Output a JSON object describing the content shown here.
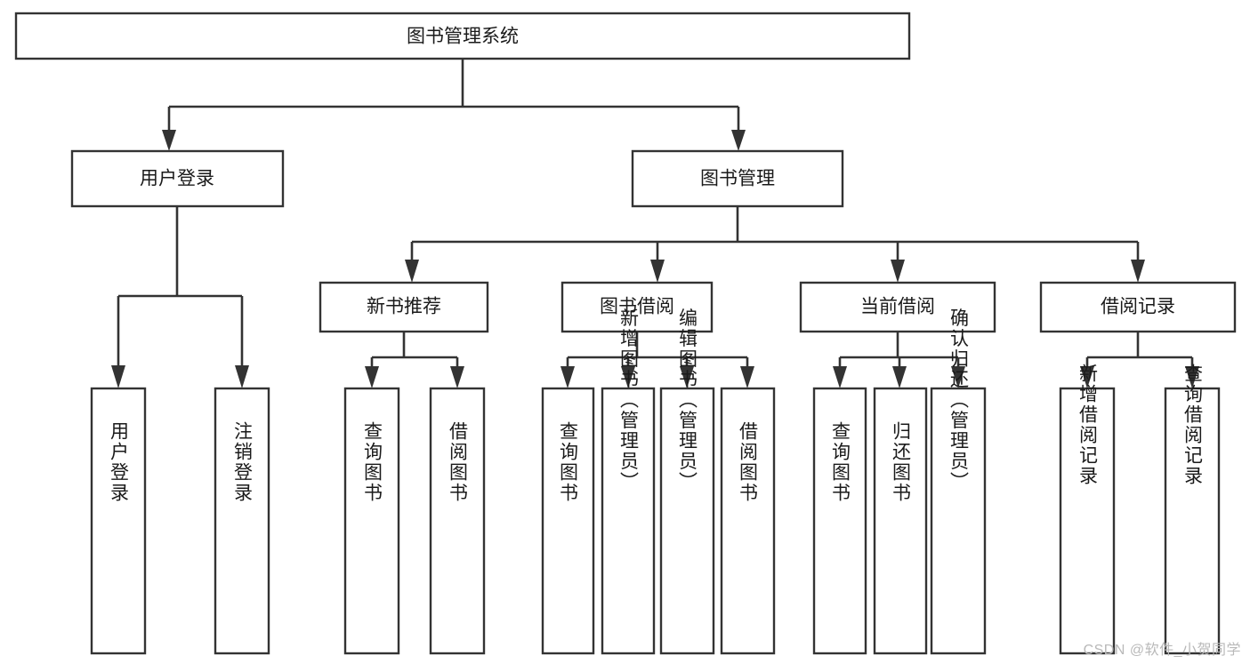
{
  "diagram": {
    "type": "hierarchy-tree",
    "title": "图书管理系统",
    "watermark": "CSDN @软件_小贺同学",
    "colors": {
      "box_stroke": "#333333",
      "box_fill": "#ffffff",
      "connector": "#333333",
      "text": "#1a1a1a",
      "watermark": "#b9b9b9",
      "background": "#ffffff"
    },
    "levels": [
      {
        "level": 1,
        "nodes": [
          {
            "id": "root",
            "label": "图书管理系统",
            "orientation": "horizontal"
          }
        ]
      },
      {
        "level": 2,
        "nodes": [
          {
            "id": "user-login",
            "label": "用户登录",
            "orientation": "horizontal",
            "parent": "root"
          },
          {
            "id": "book-manage",
            "label": "图书管理",
            "orientation": "horizontal",
            "parent": "root"
          }
        ]
      },
      {
        "level": 3,
        "nodes": [
          {
            "id": "new-book-rec",
            "label": "新书推荐",
            "orientation": "horizontal",
            "parent": "book-manage"
          },
          {
            "id": "book-borrow",
            "label": "图书借阅",
            "orientation": "horizontal",
            "parent": "book-manage"
          },
          {
            "id": "current-borrow",
            "label": "当前借阅",
            "orientation": "horizontal",
            "parent": "book-manage"
          },
          {
            "id": "borrow-record",
            "label": "借阅记录",
            "orientation": "horizontal",
            "parent": "book-manage"
          }
        ]
      },
      {
        "level": 4,
        "nodes": [
          {
            "id": "leaf-user-login",
            "label": "用户登录",
            "orientation": "vertical",
            "parent": "user-login"
          },
          {
            "id": "leaf-user-logout",
            "label": "注销登录",
            "orientation": "vertical",
            "parent": "user-login"
          },
          {
            "id": "leaf-query-book-1",
            "label": "查询图书",
            "orientation": "vertical",
            "parent": "new-book-rec"
          },
          {
            "id": "leaf-borrow-book-1",
            "label": "借阅图书",
            "orientation": "vertical",
            "parent": "new-book-rec"
          },
          {
            "id": "leaf-query-book-2",
            "label": "查询图书",
            "orientation": "vertical",
            "parent": "book-borrow"
          },
          {
            "id": "leaf-add-book",
            "label": "新增图书（管理员）",
            "orientation": "vertical",
            "parent": "book-borrow"
          },
          {
            "id": "leaf-edit-book",
            "label": "编辑图书（管理员）",
            "orientation": "vertical",
            "parent": "book-borrow"
          },
          {
            "id": "leaf-borrow-book-2",
            "label": "借阅图书",
            "orientation": "vertical",
            "parent": "book-borrow"
          },
          {
            "id": "leaf-query-book-3",
            "label": "查询图书",
            "orientation": "vertical",
            "parent": "current-borrow"
          },
          {
            "id": "leaf-return-book",
            "label": "归还图书",
            "orientation": "vertical",
            "parent": "current-borrow"
          },
          {
            "id": "leaf-confirm-return",
            "label": "确认归还（管理员）",
            "orientation": "vertical",
            "parent": "current-borrow"
          },
          {
            "id": "leaf-add-record",
            "label": "新增借阅记录",
            "orientation": "vertical",
            "parent": "borrow-record"
          },
          {
            "id": "leaf-query-record",
            "label": "查询借阅记录",
            "orientation": "vertical",
            "parent": "borrow-record"
          }
        ]
      }
    ]
  }
}
